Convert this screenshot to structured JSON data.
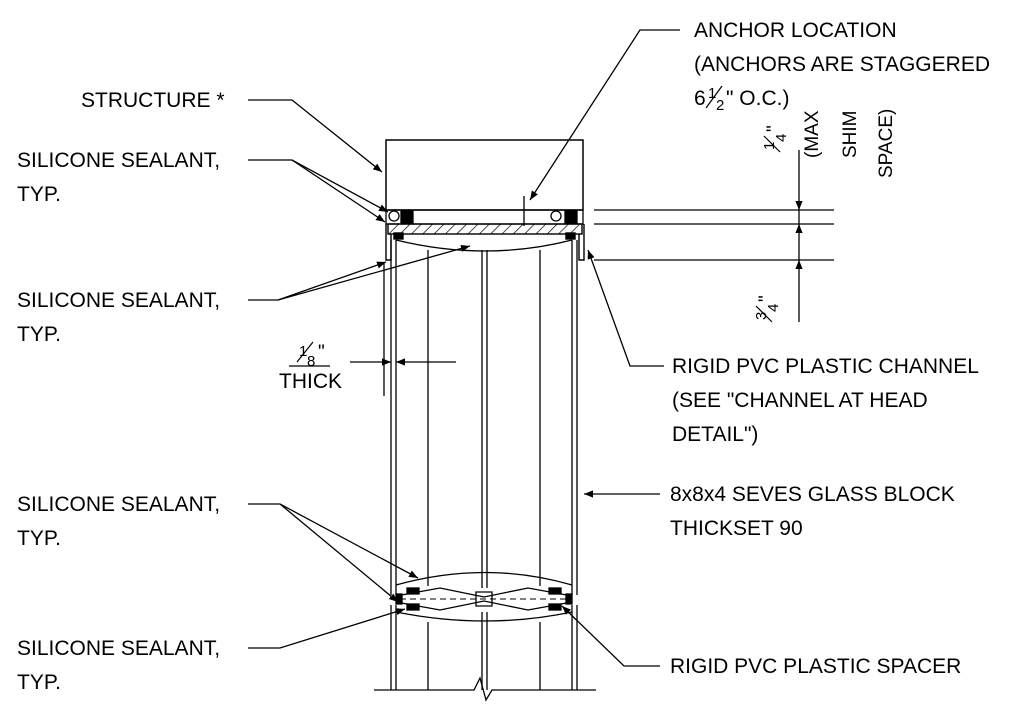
{
  "labels": {
    "anchor_line1": "ANCHOR LOCATION",
    "anchor_line2": "(ANCHORS ARE STAGGERED",
    "anchor_line3_pre": "6",
    "anchor_line3_frac_num": "1",
    "anchor_line3_frac_den": "2",
    "anchor_line3_post": "\" O.C.)",
    "structure": "STRUCTURE *",
    "sealant1_line1": "SILICONE SEALANT,",
    "sealant1_line2": "TYP.",
    "sealant2_line1": "SILICONE SEALANT,",
    "sealant2_line2": "TYP.",
    "sealant3_line1": "SILICONE SEALANT,",
    "sealant3_line2": "TYP.",
    "sealant4_line1": "SILICONE SEALANT,",
    "sealant4_line2": "TYP.",
    "channel_line1": "RIGID PVC PLASTIC CHANNEL",
    "channel_line2": "(SEE \"CHANNEL AT HEAD",
    "channel_line3": "DETAIL\")",
    "glass_line1": "8x8x4 SEVES GLASS BLOCK",
    "glass_line2": "THICKSET 90",
    "spacer": "RIGID PVC PLASTIC SPACER"
  },
  "dimensions": {
    "shim_frac_num": "1",
    "shim_frac_den": "4",
    "shim_inch": "\"",
    "shim_line1": "(MAX",
    "shim_line2": "SHIM",
    "shim_line3": "SPACE)",
    "channel_frac_num": "3",
    "channel_frac_den": "4",
    "channel_inch": "\"",
    "thick_frac_num": "1",
    "thick_frac_den": "8",
    "thick_inch": "\"",
    "thick_word": "THICK"
  },
  "colors": {
    "line": "#000000",
    "background": "#ffffff"
  }
}
